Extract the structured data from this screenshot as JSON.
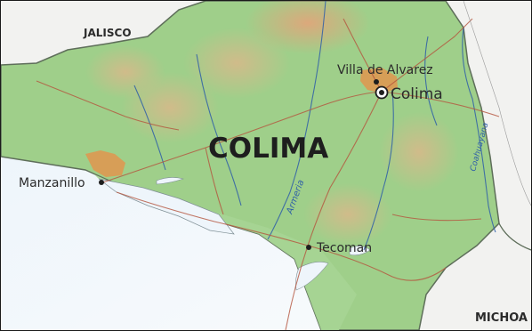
{
  "map": {
    "state_name": "COLIMA",
    "neighbors": {
      "north": "JALISCO",
      "southeast": "MICHOA"
    },
    "cities": [
      {
        "name": "Villa de Alvarez",
        "type": "town"
      },
      {
        "name": "Colima",
        "type": "capital"
      },
      {
        "name": "Manzanillo",
        "type": "city"
      },
      {
        "name": "Tecoman",
        "type": "city"
      }
    ],
    "rivers": [
      {
        "name": "Armeria"
      },
      {
        "name": "Coahuayana"
      }
    ],
    "colors": {
      "land": "#9fcf8a",
      "lowland": "#a6d494",
      "relief": "#d9b88a",
      "ocean": "#f2f7fb",
      "outside": "#f2f2f0",
      "urban": "#e0954d",
      "river": "#2f5fa8",
      "road": "#b5553e"
    }
  }
}
